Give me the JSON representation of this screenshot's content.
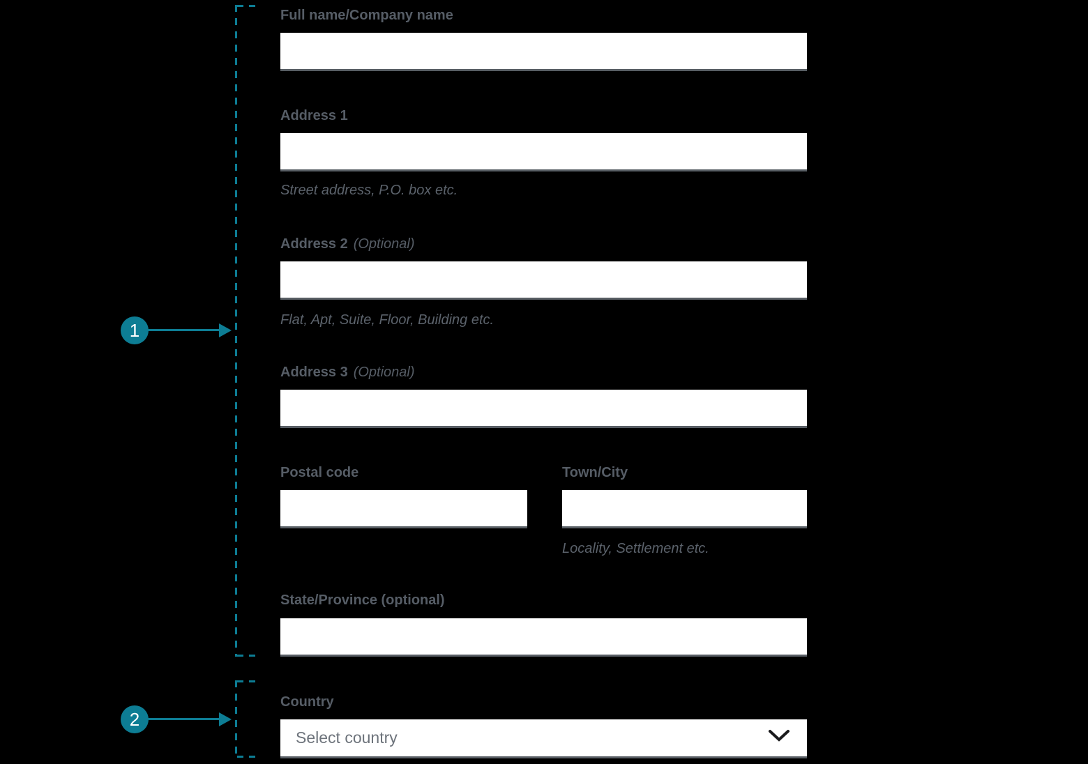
{
  "annotations": {
    "accent_color": "#0d7d94",
    "marker1": {
      "number": "1"
    },
    "marker2": {
      "number": "2"
    }
  },
  "form": {
    "full_name": {
      "label": "Full name/Company name",
      "value": ""
    },
    "address1": {
      "label": "Address 1",
      "value": "",
      "helper": "Street address, P.O. box etc."
    },
    "address2": {
      "label": "Address 2",
      "label_suffix": "(Optional)",
      "value": "",
      "helper": "Flat, Apt, Suite, Floor, Building etc."
    },
    "address3": {
      "label": "Address 3",
      "label_suffix": "(Optional)",
      "value": ""
    },
    "postal_code": {
      "label": "Postal code",
      "value": ""
    },
    "town_city": {
      "label": "Town/City",
      "value": "",
      "helper": "Locality, Settlement etc."
    },
    "state_province": {
      "label": "State/Province (optional)",
      "value": ""
    },
    "country": {
      "label": "Country",
      "placeholder": "Select country",
      "icon": "chevron-down-icon"
    }
  }
}
